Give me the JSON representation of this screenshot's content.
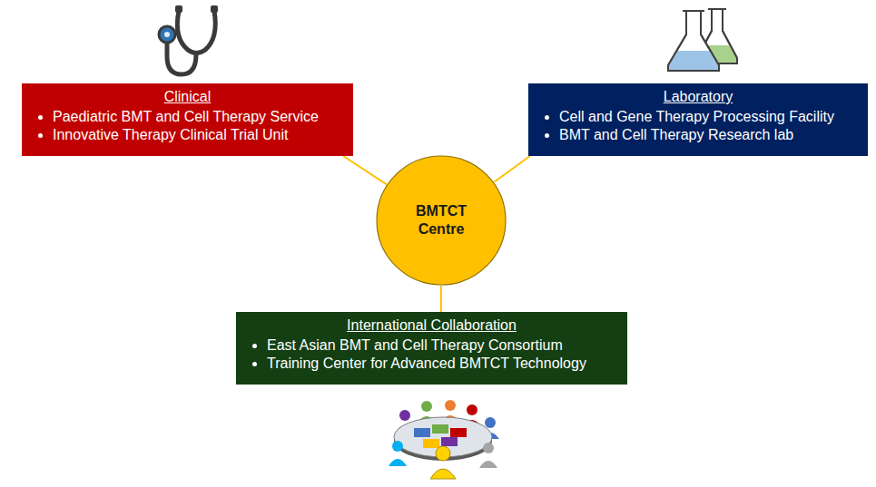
{
  "diagram": {
    "nodes": [
      {
        "text": [
          "Clinical",
          "Paediatric BMT and Cell Therapy Service",
          "Innovative Therapy Clinical Trial Unit"
        ]
      },
      {
        "text": [
          "Laboratory",
          "Cell and Gene Therapy Processing Facility",
          "BMT and Cell Therapy Research lab"
        ]
      },
      {
        "text": [
          "BMTCT Centre"
        ]
      },
      {
        "text": [
          "International Collaboration",
          "East Asian BMT and Cell Therapy Consortium",
          "Training Center for Advanced BMTCT Technology"
        ]
      }
    ],
    "edges": [
      {
        "from": 2,
        "to": 0,
        "arrow": "none"
      },
      {
        "from": 2,
        "to": 1,
        "arrow": "none"
      },
      {
        "from": 2,
        "to": 3,
        "arrow": "none"
      }
    ]
  }
}
